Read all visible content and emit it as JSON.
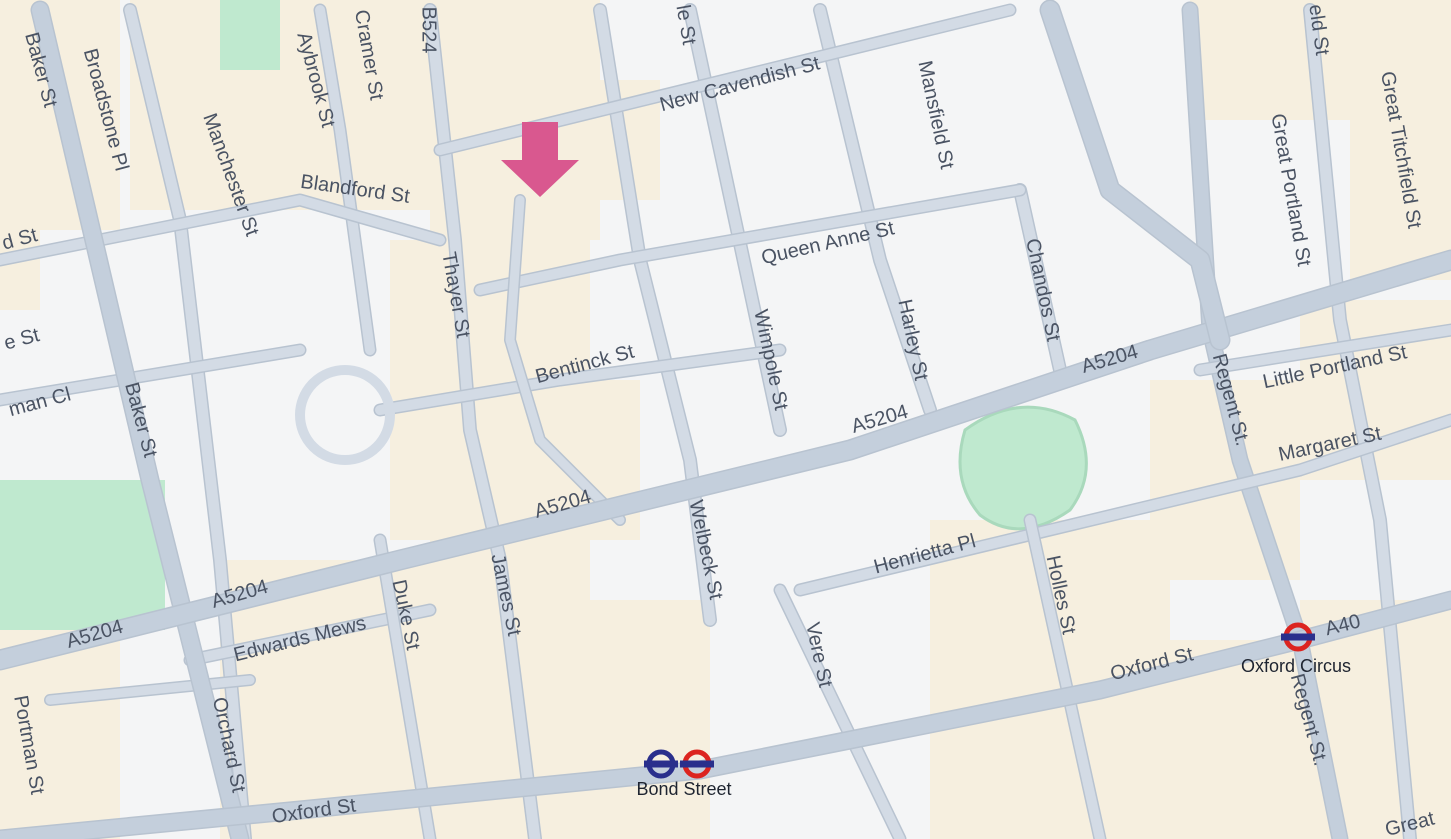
{
  "colors": {
    "background": "#f4f5f6",
    "block": "#f6efdf",
    "park": "#bfe9cf",
    "road": "#d3dbe5",
    "road_major": "#c4cfdc",
    "road_edge": "#b8c3d0",
    "label": "#4a5363",
    "marker": "#d9588f",
    "underground_red": "#dc241f",
    "underground_blue": "#2a2f8c"
  },
  "marker": {
    "icon": "down-arrow-icon"
  },
  "streets": [
    "Baker St",
    "Broadstone Pl",
    "Manchester St",
    "Aybrook St",
    "Cramer St",
    "B524",
    "New Cavendish St",
    "Blandford St",
    "Thayer St",
    "Mansfield St",
    "Queen Anne St",
    "Chandos St",
    "Great Portland St",
    "Great Titchfield St",
    "Bentinck St",
    "Wimpole St",
    "Harley St",
    "A5204",
    "Regent St.",
    "Little Portland St",
    "Margaret St",
    "Welbeck St",
    "Henrietta Pl",
    "Holles St",
    "Duke St",
    "James St",
    "Edwards Mews",
    "Orchard St",
    "Portman St",
    "Vere St",
    "Oxford St",
    "A40",
    "le St",
    "eld St",
    "d St",
    "e St",
    "man Cl",
    "Great"
  ],
  "stations": [
    {
      "name": "Bond Street",
      "icon": "underground-roundel-icon"
    },
    {
      "name": "Oxford Circus",
      "icon": "underground-roundel-icon"
    }
  ]
}
